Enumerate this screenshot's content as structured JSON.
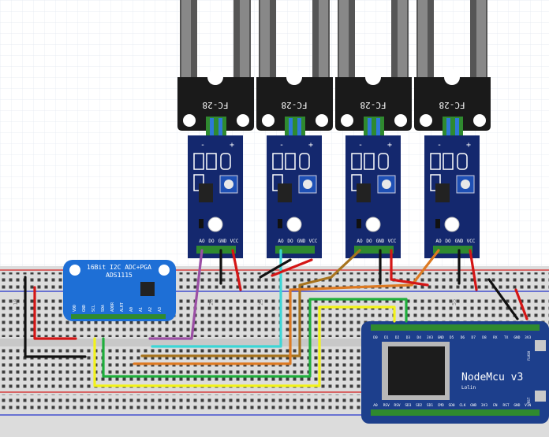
{
  "sensor_probe_label": "FC-28",
  "sensor_module": {
    "pins": [
      "AO",
      "DO",
      "GND",
      "VCC"
    ],
    "header_marks": [
      "-",
      "+"
    ]
  },
  "adc": {
    "title_line1": "16Bit I2C ADC+PGA",
    "title_line2": "ADS1115",
    "pins": [
      "VDD",
      "GND",
      "SCL",
      "SDA",
      "ADDR",
      "ALRT",
      "A0",
      "A1",
      "A2",
      "A3"
    ]
  },
  "mcu": {
    "title": "NodeMcu v3",
    "subtitle": "Lolin",
    "top_pins": [
      "D0",
      "D1",
      "D2",
      "D3",
      "D4",
      "3V3",
      "GND",
      "D5",
      "D6",
      "D7",
      "D8",
      "RX",
      "TX",
      "GND",
      "3V3"
    ],
    "bottom_pins": [
      "A0",
      "RSV",
      "RSV",
      "SD3",
      "SD2",
      "SD1",
      "CMD",
      "SD0",
      "CLK",
      "GND",
      "3V3",
      "EN",
      "RST",
      "GND",
      "VIN"
    ],
    "button_labels": [
      "FLASH",
      "RST"
    ]
  },
  "breadboard_numbers": [
    "10",
    "20",
    "25",
    "55"
  ],
  "colors": {
    "breadboard": "#d9d9d9",
    "rail_red": "#d42020",
    "rail_blue": "#2233cc",
    "probe": "#1a1a1a",
    "module": "#14286e",
    "adc_board": "#1e6fd6",
    "mcu_board": "#1d3f8c",
    "wire_purple": "#9b4fa5",
    "wire_cyan": "#3cd6d6",
    "wire_brown": "#a8741e",
    "wire_orange": "#dd7a22",
    "wire_green": "#1fae3c",
    "wire_yellow": "#f2f21a",
    "wire_red": "#d41616",
    "wire_black": "#111111"
  }
}
